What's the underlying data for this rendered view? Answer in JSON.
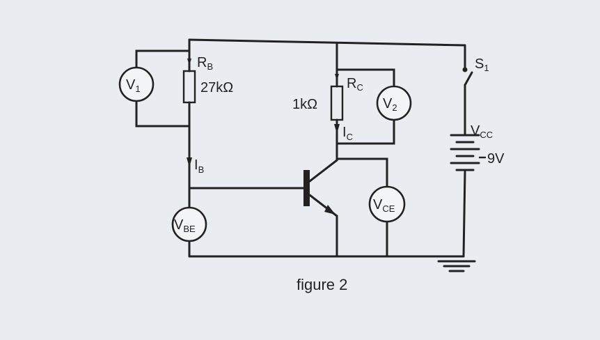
{
  "diagram": {
    "caption": "figure 2",
    "components": {
      "rb": {
        "letter": "R",
        "subscript": "B",
        "value": "27kΩ"
      },
      "rc": {
        "letter": "R",
        "subscript": "C",
        "value": "1kΩ"
      },
      "ib": {
        "letter": "I",
        "subscript": "B"
      },
      "ic": {
        "letter": "I",
        "subscript": "C"
      },
      "switch": {
        "letter": "S",
        "subscript": "1"
      },
      "supply": {
        "letter": "V",
        "subscript": "CC",
        "value": "9V"
      }
    },
    "meters": {
      "v1": {
        "letter": "V",
        "subscript": "1"
      },
      "v2": {
        "letter": "V",
        "subscript": "2"
      },
      "vbe": {
        "letter": "V",
        "subscript": "BE"
      },
      "vce": {
        "letter": "V",
        "subscript": "CE"
      }
    },
    "ink_color": "#222222",
    "paper_color": "#e9ecf1"
  }
}
